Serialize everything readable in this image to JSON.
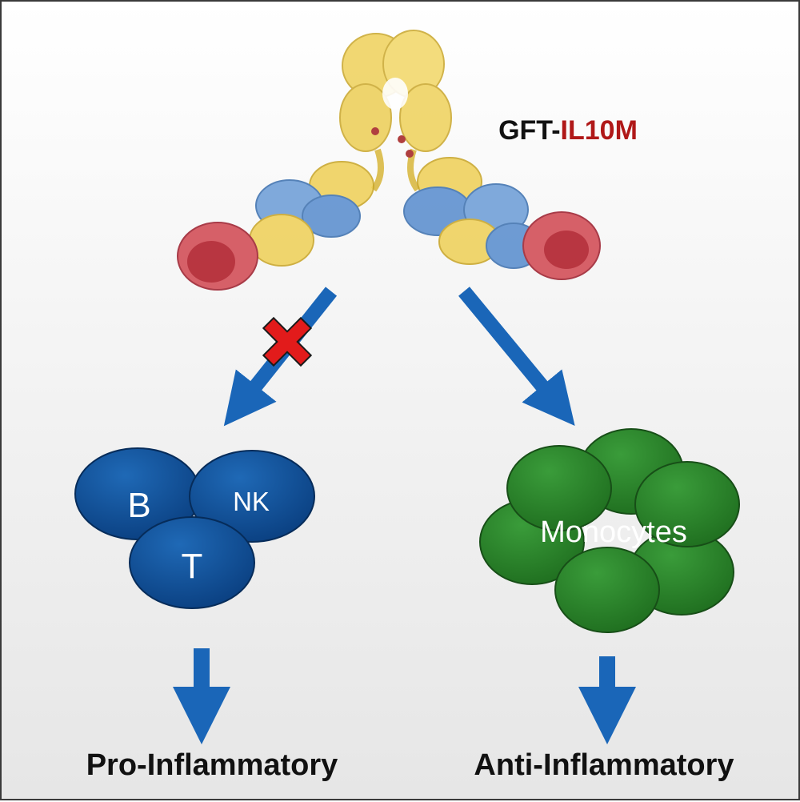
{
  "title": {
    "prefix": "GFT-",
    "suffix": "IL10M",
    "prefix_color": "#111111",
    "suffix_color": "#b01818"
  },
  "molecule": {
    "icon": "antibody-fusion-protein-icon",
    "domain_colors": {
      "fc_fab": "#e9c84a",
      "light_chain": "#5b8fcf",
      "il10m": "#c8303a"
    }
  },
  "blocked_icon": "red-x-icon",
  "lymphocytes": {
    "cells": [
      "B",
      "NK",
      "T"
    ],
    "color": "#0a4f9b"
  },
  "monocytes": {
    "label": "Monocytes",
    "color": "#2f8a2f"
  },
  "outcomes": {
    "left": "Pro-Inflammatory",
    "right": "Anti-Inflammatory"
  },
  "arrow_color": "#1a66b8"
}
